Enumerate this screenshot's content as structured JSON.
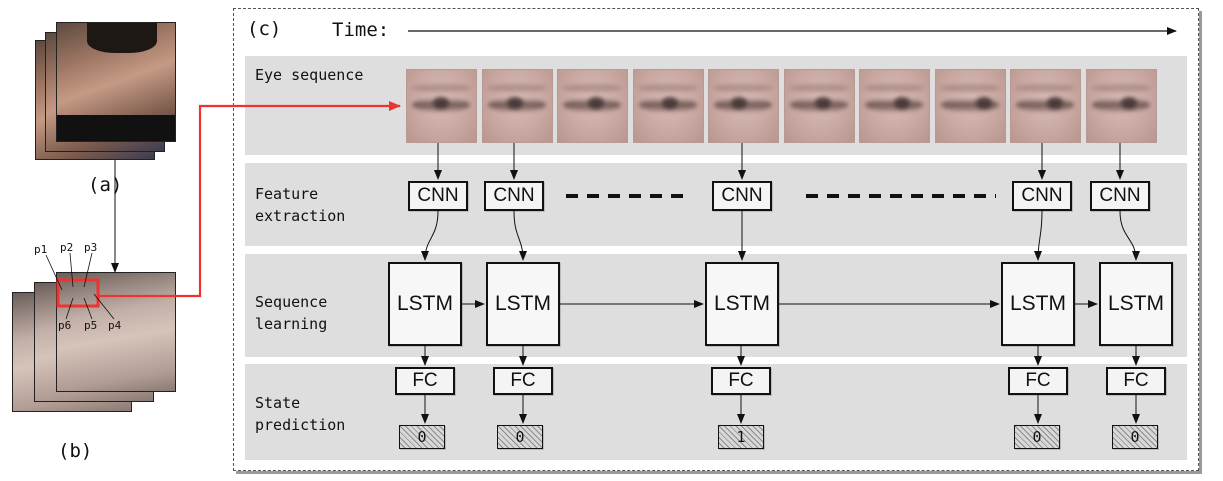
{
  "panel_labels": {
    "a": "(a)",
    "b": "(b)",
    "c": "(c)"
  },
  "time_label": "Time:",
  "rows": [
    {
      "id": "eye-sequence",
      "label": "Eye sequence"
    },
    {
      "id": "feature-extraction",
      "label": "Feature\nextraction"
    },
    {
      "id": "sequence-learning",
      "label": "Sequence\nlearning"
    },
    {
      "id": "state-prediction",
      "label": "State\nprediction"
    }
  ],
  "landmarks": [
    "p1",
    "p2",
    "p3",
    "p4",
    "p5",
    "p6"
  ],
  "module_labels": {
    "cnn": "CNN",
    "lstm": "LSTM",
    "fc": "FC"
  },
  "frame_count": 10,
  "columns": [
    {
      "frame": 1,
      "state": "0"
    },
    {
      "frame": 2,
      "state": "0"
    },
    {
      "frame": 5,
      "state": "1"
    },
    {
      "frame": 9,
      "state": "0"
    },
    {
      "frame": 10,
      "state": "0"
    }
  ],
  "colors": {
    "highlight": "#ee3333",
    "band": "#dedede"
  }
}
